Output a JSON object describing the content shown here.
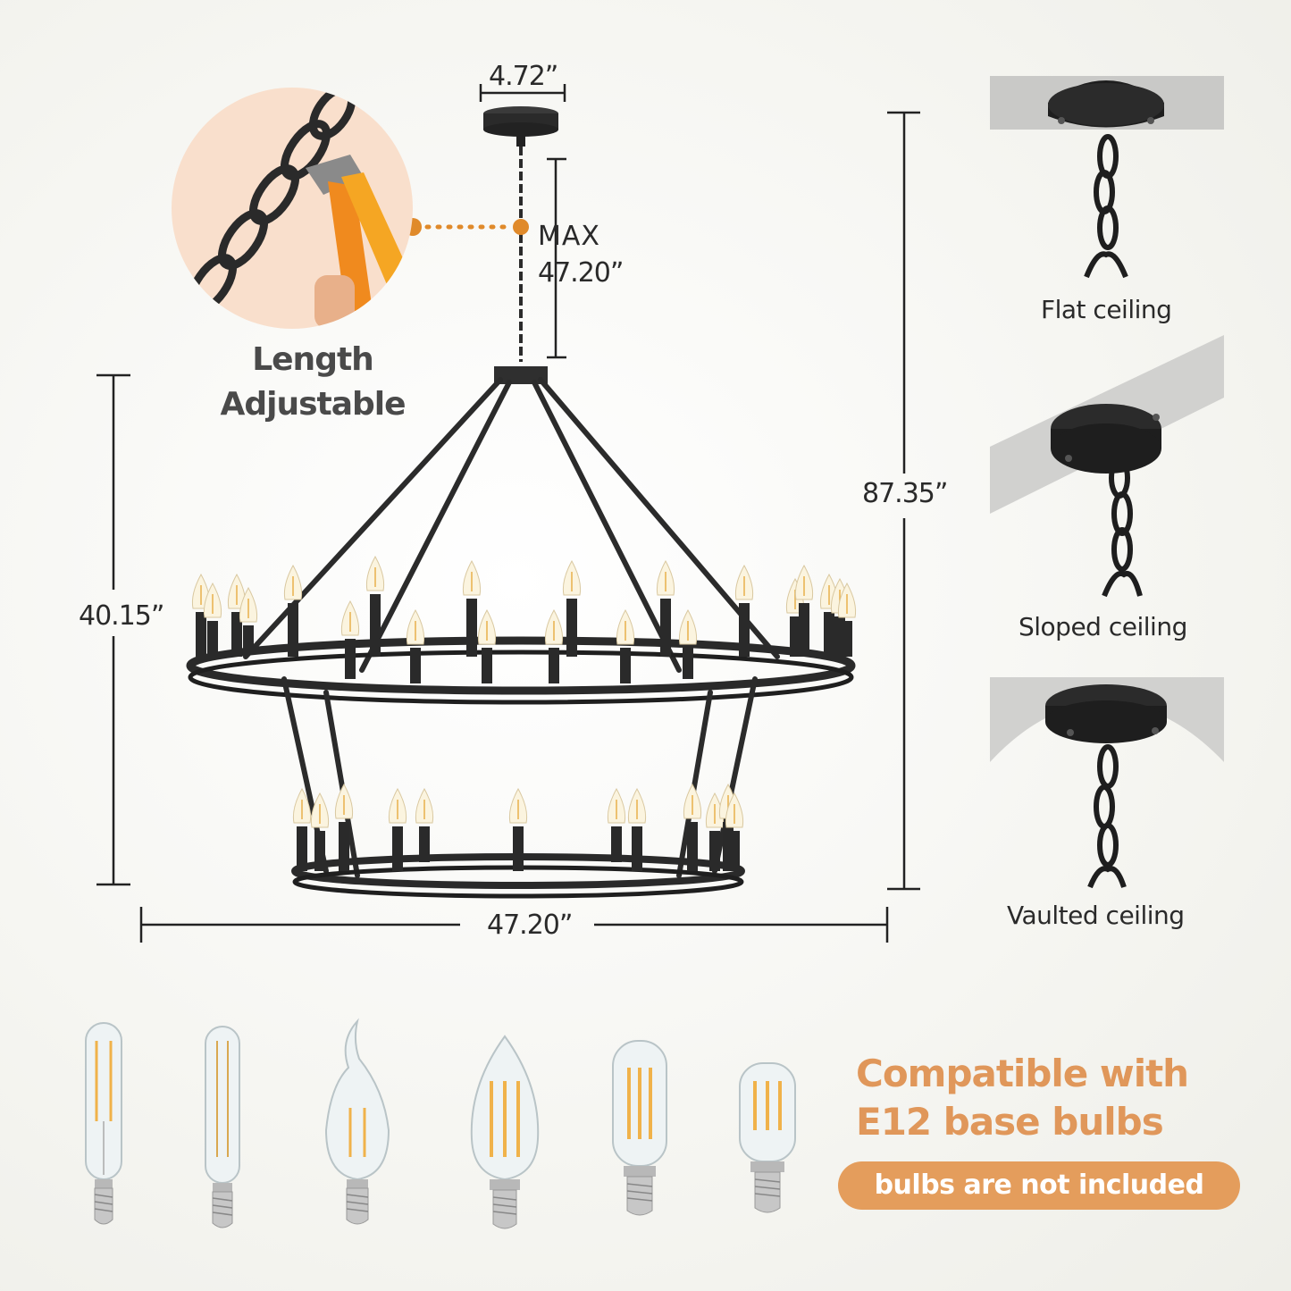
{
  "dimensions": {
    "canopy_width": "4.72”",
    "chain_max_label": "MAX",
    "chain_max_value": "47.20”",
    "overall_height": "87.35”",
    "body_height": "40.15”",
    "body_width": "47.20”"
  },
  "adjust_callout": {
    "line1": "Length",
    "line2": "Adjustable"
  },
  "ceilings": [
    {
      "label": "Flat ceiling"
    },
    {
      "label": "Sloped ceiling"
    },
    {
      "label": "Vaulted ceiling"
    }
  ],
  "bulbs": {
    "headline_line1": "Compatible with",
    "headline_line2": "E12 base bulbs",
    "note": "bulbs are not included"
  },
  "colors": {
    "accent": "#e49d5c",
    "metal": "#2b2b2b",
    "ceiling_gray": "#c9c9c7"
  }
}
